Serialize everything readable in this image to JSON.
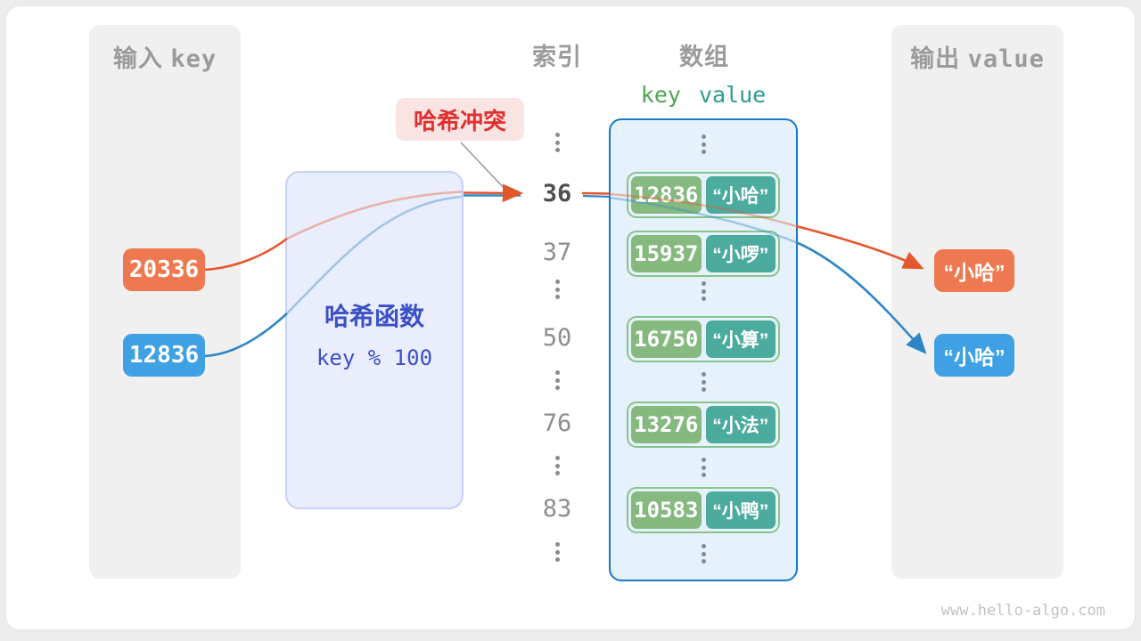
{
  "panels": {
    "input": {
      "title": "输入 key",
      "keys": [
        {
          "value": "20336",
          "color": "#ee7950"
        },
        {
          "value": "12836",
          "color": "#3fa0e3"
        }
      ]
    },
    "output": {
      "title": "输出 value",
      "values": [
        {
          "text": "“小哈”",
          "color": "#ee7950"
        },
        {
          "text": "“小哈”",
          "color": "#3fa0e3"
        }
      ]
    }
  },
  "hash": {
    "title": "哈希函数",
    "formula": "key % 100"
  },
  "collision": {
    "label": "哈希冲突"
  },
  "headers": {
    "index": "索引",
    "array": "数组",
    "key": "key",
    "value": "value"
  },
  "index_column": {
    "rows": [
      {
        "type": "dots"
      },
      {
        "type": "index",
        "label": "36",
        "highlight": true
      },
      {
        "type": "index",
        "label": "37"
      },
      {
        "type": "dots"
      },
      {
        "type": "index",
        "label": "50"
      },
      {
        "type": "dots"
      },
      {
        "type": "index",
        "label": "76"
      },
      {
        "type": "dots"
      },
      {
        "type": "index",
        "label": "83"
      },
      {
        "type": "dots"
      }
    ]
  },
  "array": {
    "rows": [
      {
        "type": "dots"
      },
      {
        "type": "pair",
        "key": "12836",
        "value": "“小哈”"
      },
      {
        "type": "pair",
        "key": "15937",
        "value": "“小啰”"
      },
      {
        "type": "dots"
      },
      {
        "type": "pair",
        "key": "16750",
        "value": "“小算”"
      },
      {
        "type": "dots"
      },
      {
        "type": "pair",
        "key": "13276",
        "value": "“小法”"
      },
      {
        "type": "dots"
      },
      {
        "type": "pair",
        "key": "10583",
        "value": "“小鸭”"
      },
      {
        "type": "dots"
      }
    ]
  },
  "footer": {
    "site": "www.hello-algo.com"
  },
  "colors": {
    "orange_chip": "#ee7950",
    "blue_chip": "#3fa0e3",
    "orange_arrow": "#e4562b",
    "blue_arrow": "#2e86c8",
    "key_cell_green": "#85b980",
    "value_cell_teal": "#4cab9f",
    "pair_border_green": "#88c48b",
    "array_border_blue": "#1a78c8",
    "hash_text_blue": "#3c50c6",
    "collision_red": "#e03030",
    "collision_bg": "#fae3e3"
  }
}
